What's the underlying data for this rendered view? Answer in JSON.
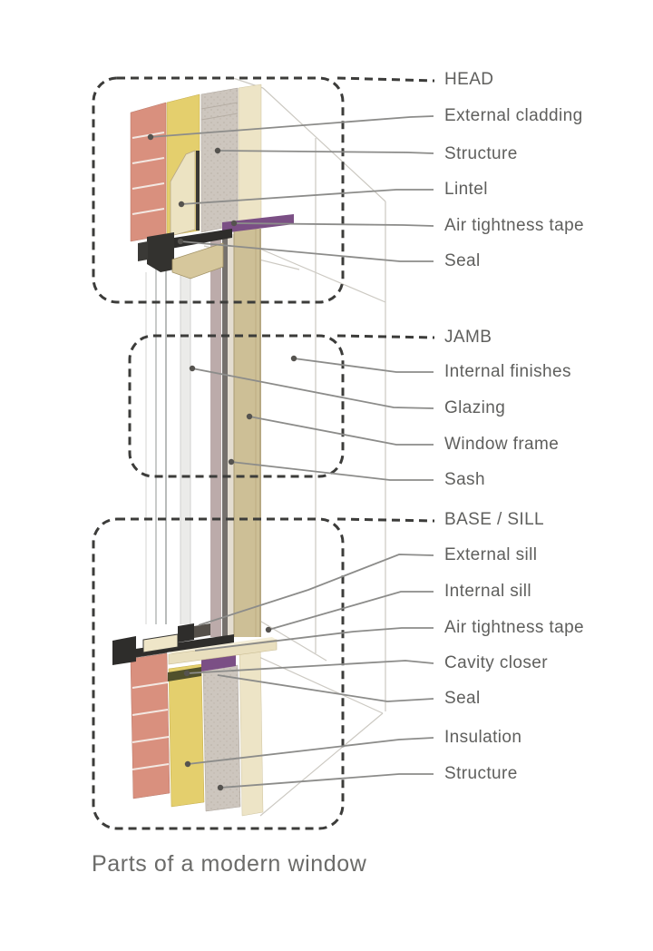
{
  "caption": "Parts of a modern window",
  "sections": {
    "head": {
      "title": "HEAD",
      "items": [
        "External cladding",
        "Structure",
        "Lintel",
        "Air tightness tape",
        "Seal"
      ]
    },
    "jamb": {
      "title": "JAMB",
      "items": [
        "Internal finishes",
        "Glazing",
        "Window frame",
        "Sash"
      ]
    },
    "base": {
      "title": "BASE / SILL",
      "items": [
        "External sill",
        "Internal sill",
        "Air tightness tape",
        "Cavity closer",
        "Seal",
        "Insulation",
        "Structure"
      ]
    }
  },
  "colors": {
    "brick": "#d9907e",
    "brick_mortar": "#f3e8e2",
    "insulation": "#e4cf6d",
    "structure_concrete": "#cdc6be",
    "lintel": "#ece3c2",
    "inner_lining": "#ede4c6",
    "timber_frame": "#cdbf96",
    "sash_mauve": "#bcabaa",
    "air_tightness_tape": "#7b4f85",
    "seal_frame_dark": "#2e2d2b",
    "cavity_closer": "#50502c",
    "sill_board": "#e9dfbe",
    "leader_line": "#8c8c8a",
    "dashed_box": "#3c3c3a",
    "label_text": "#5f5f5d"
  }
}
